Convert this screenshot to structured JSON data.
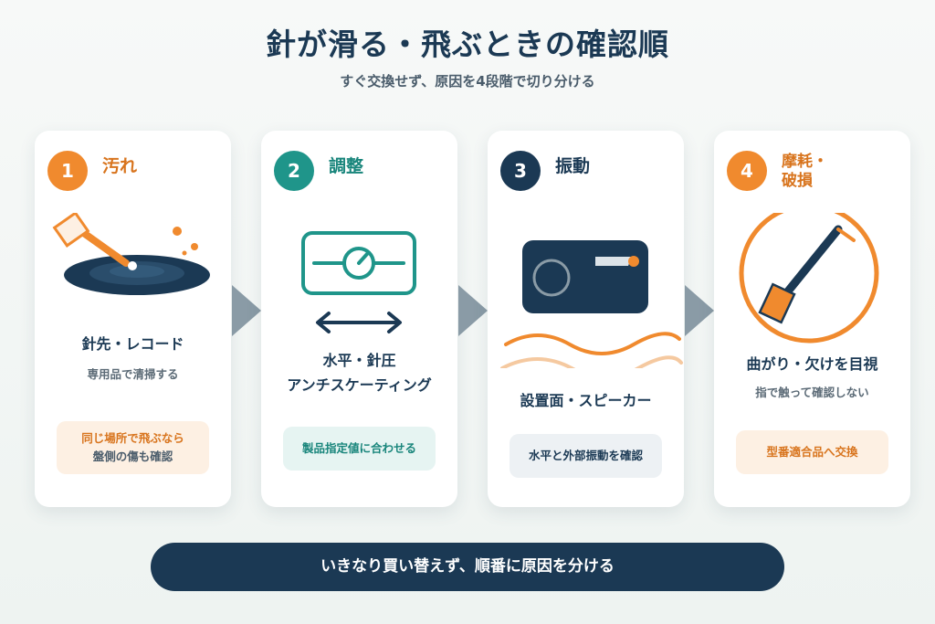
{
  "title": "針が滑る・飛ぶときの確認順",
  "subtitle": "すぐ交換せず、原因を4段階で切り分ける",
  "colors": {
    "navy": "#1b3954",
    "orange": "#f08a2e",
    "teal": "#1f958a",
    "orange_text": "#d8741d",
    "teal_text": "#18857b",
    "note_orange_bg": "#fdf0e3",
    "note_teal_bg": "#e6f4f2",
    "note_gray_bg": "#edf1f4",
    "arrow_gray": "#8a9ba6"
  },
  "steps": [
    {
      "number": "1",
      "label": "汚れ",
      "icon": "stylus-on-record-icon",
      "heading": "針先・レコード",
      "desc": "専用品で清掃する",
      "note_line1": "同じ場所で飛ぶなら",
      "note_line2": "盤側の傷も確認"
    },
    {
      "number": "2",
      "label": "調整",
      "icon": "gauge-dial-icon",
      "heading_line1": "水平・針圧",
      "heading_line2": "アンチスケーティング",
      "note": "製品指定値に合わせる"
    },
    {
      "number": "3",
      "label": "振動",
      "icon": "speaker-vibration-icon",
      "heading": "設置面・スピーカー",
      "note": "水平と外部振動を確認"
    },
    {
      "number": "4",
      "label_line1": "摩耗・",
      "label_line2": "破損",
      "icon": "stylus-magnified-icon",
      "heading": "曲がり・欠けを目視",
      "desc": "指で触って確認しない",
      "note": "型番適合品へ交換"
    }
  ],
  "banner": "いきなり買い替えず、順番に原因を分ける"
}
